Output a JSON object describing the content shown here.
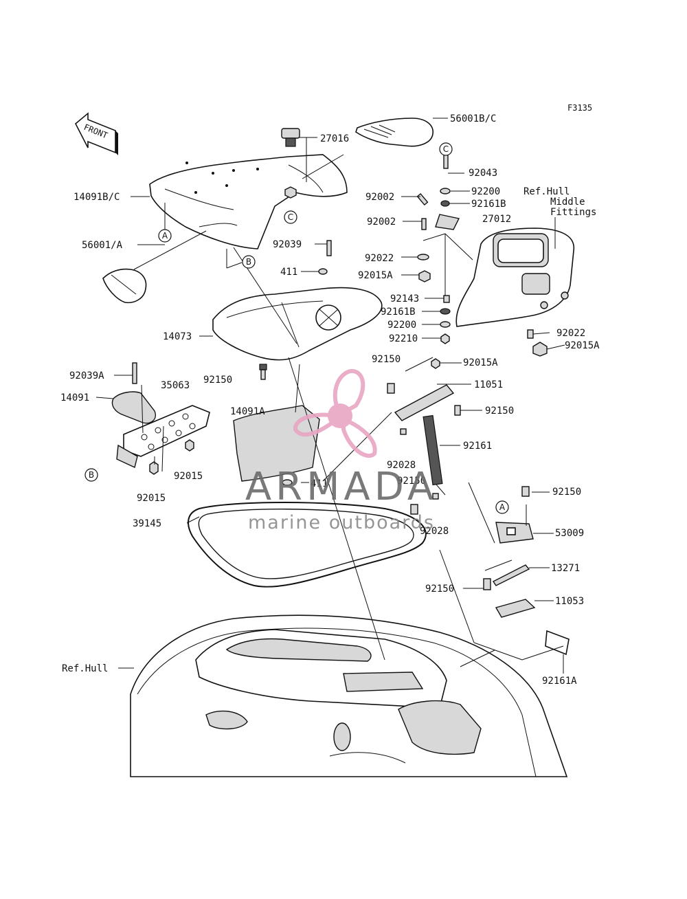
{
  "figure_code": "F3135",
  "front_arrow": "FRONT",
  "watermark": {
    "brand": "ARMADA",
    "tagline": "marine outboards",
    "colors": {
      "propeller": "#e8a6c4",
      "text": "#6b6b6b"
    }
  },
  "labels": {
    "l56001bc": "56001B/C",
    "l27016": "27016",
    "l14091bc": "14091B/C",
    "l92043": "92043",
    "l92200a": "92200",
    "l92002a": "92002",
    "l92161ba": "92161B",
    "l27012": "27012",
    "l92002b": "92002",
    "l56001a": "56001/A",
    "l92039": "92039",
    "l92022a": "92022",
    "l411a": "411",
    "l92015aa": "92015A",
    "l92143": "92143",
    "l92161bb": "92161B",
    "l92200b": "92200",
    "l92210": "92210",
    "l14073": "14073",
    "l92022b": "92022",
    "l92015ab": "92015A",
    "l92150a": "92150",
    "l92015ac": "92015A",
    "l92039a": "92039A",
    "l35063": "35063",
    "l92150b": "92150",
    "l11051": "11051",
    "l14091": "14091",
    "l14091a": "14091A",
    "l92150c": "92150",
    "l92161": "92161",
    "l92015a": "92015",
    "l92028a": "92028",
    "l92150d": "92150",
    "l411b": "411",
    "l92015b": "92015",
    "l92150e": "92150",
    "l39145": "39145",
    "l92028b": "92028",
    "l53009": "53009",
    "l13271": "13271",
    "l92150f": "92150",
    "l11053": "11053",
    "l92161a": "92161A"
  },
  "ref_labels": {
    "hull_fit_1": "Ref.Hull",
    "hull_fit_2": "Middle",
    "hull_fit_3": "Fittings",
    "hull": "Ref.Hull"
  },
  "callouts": {
    "a1": "A",
    "a2": "A",
    "b1": "B",
    "b2": "B",
    "c1": "C",
    "c2": "C"
  }
}
